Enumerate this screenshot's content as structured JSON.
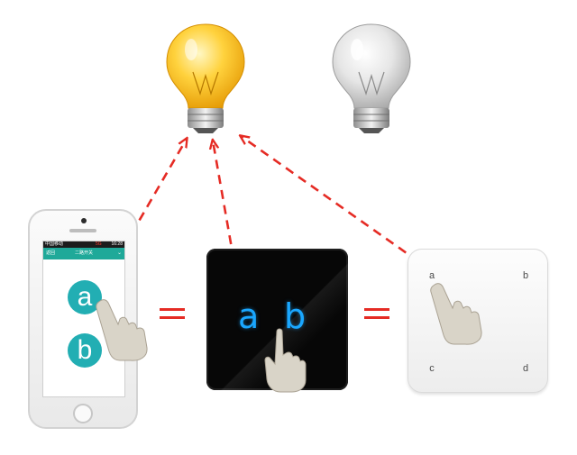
{
  "phone": {
    "status_carrier": "中国移动",
    "status_signal": "5G",
    "status_time": "16:28",
    "app_back": "返回",
    "app_title": "二路开关",
    "app_menu": "⌄",
    "button_a": "a",
    "button_b": "b"
  },
  "black_switch": {
    "letter_a": "a",
    "letter_b": "b"
  },
  "white_switch": {
    "corner_a": "a",
    "corner_b": "b",
    "corner_c": "c",
    "corner_d": "d"
  },
  "colors": {
    "arrow": "#e52b24",
    "app_teal": "#22aeb3",
    "led_blue": "#1aa7ff",
    "bulb_on": "#f6b90f",
    "bulb_off": "#c9c9c9"
  },
  "icons": [
    "lightbulb-on-icon",
    "lightbulb-off-icon",
    "pointing-hand-icon",
    "home-button-icon"
  ]
}
